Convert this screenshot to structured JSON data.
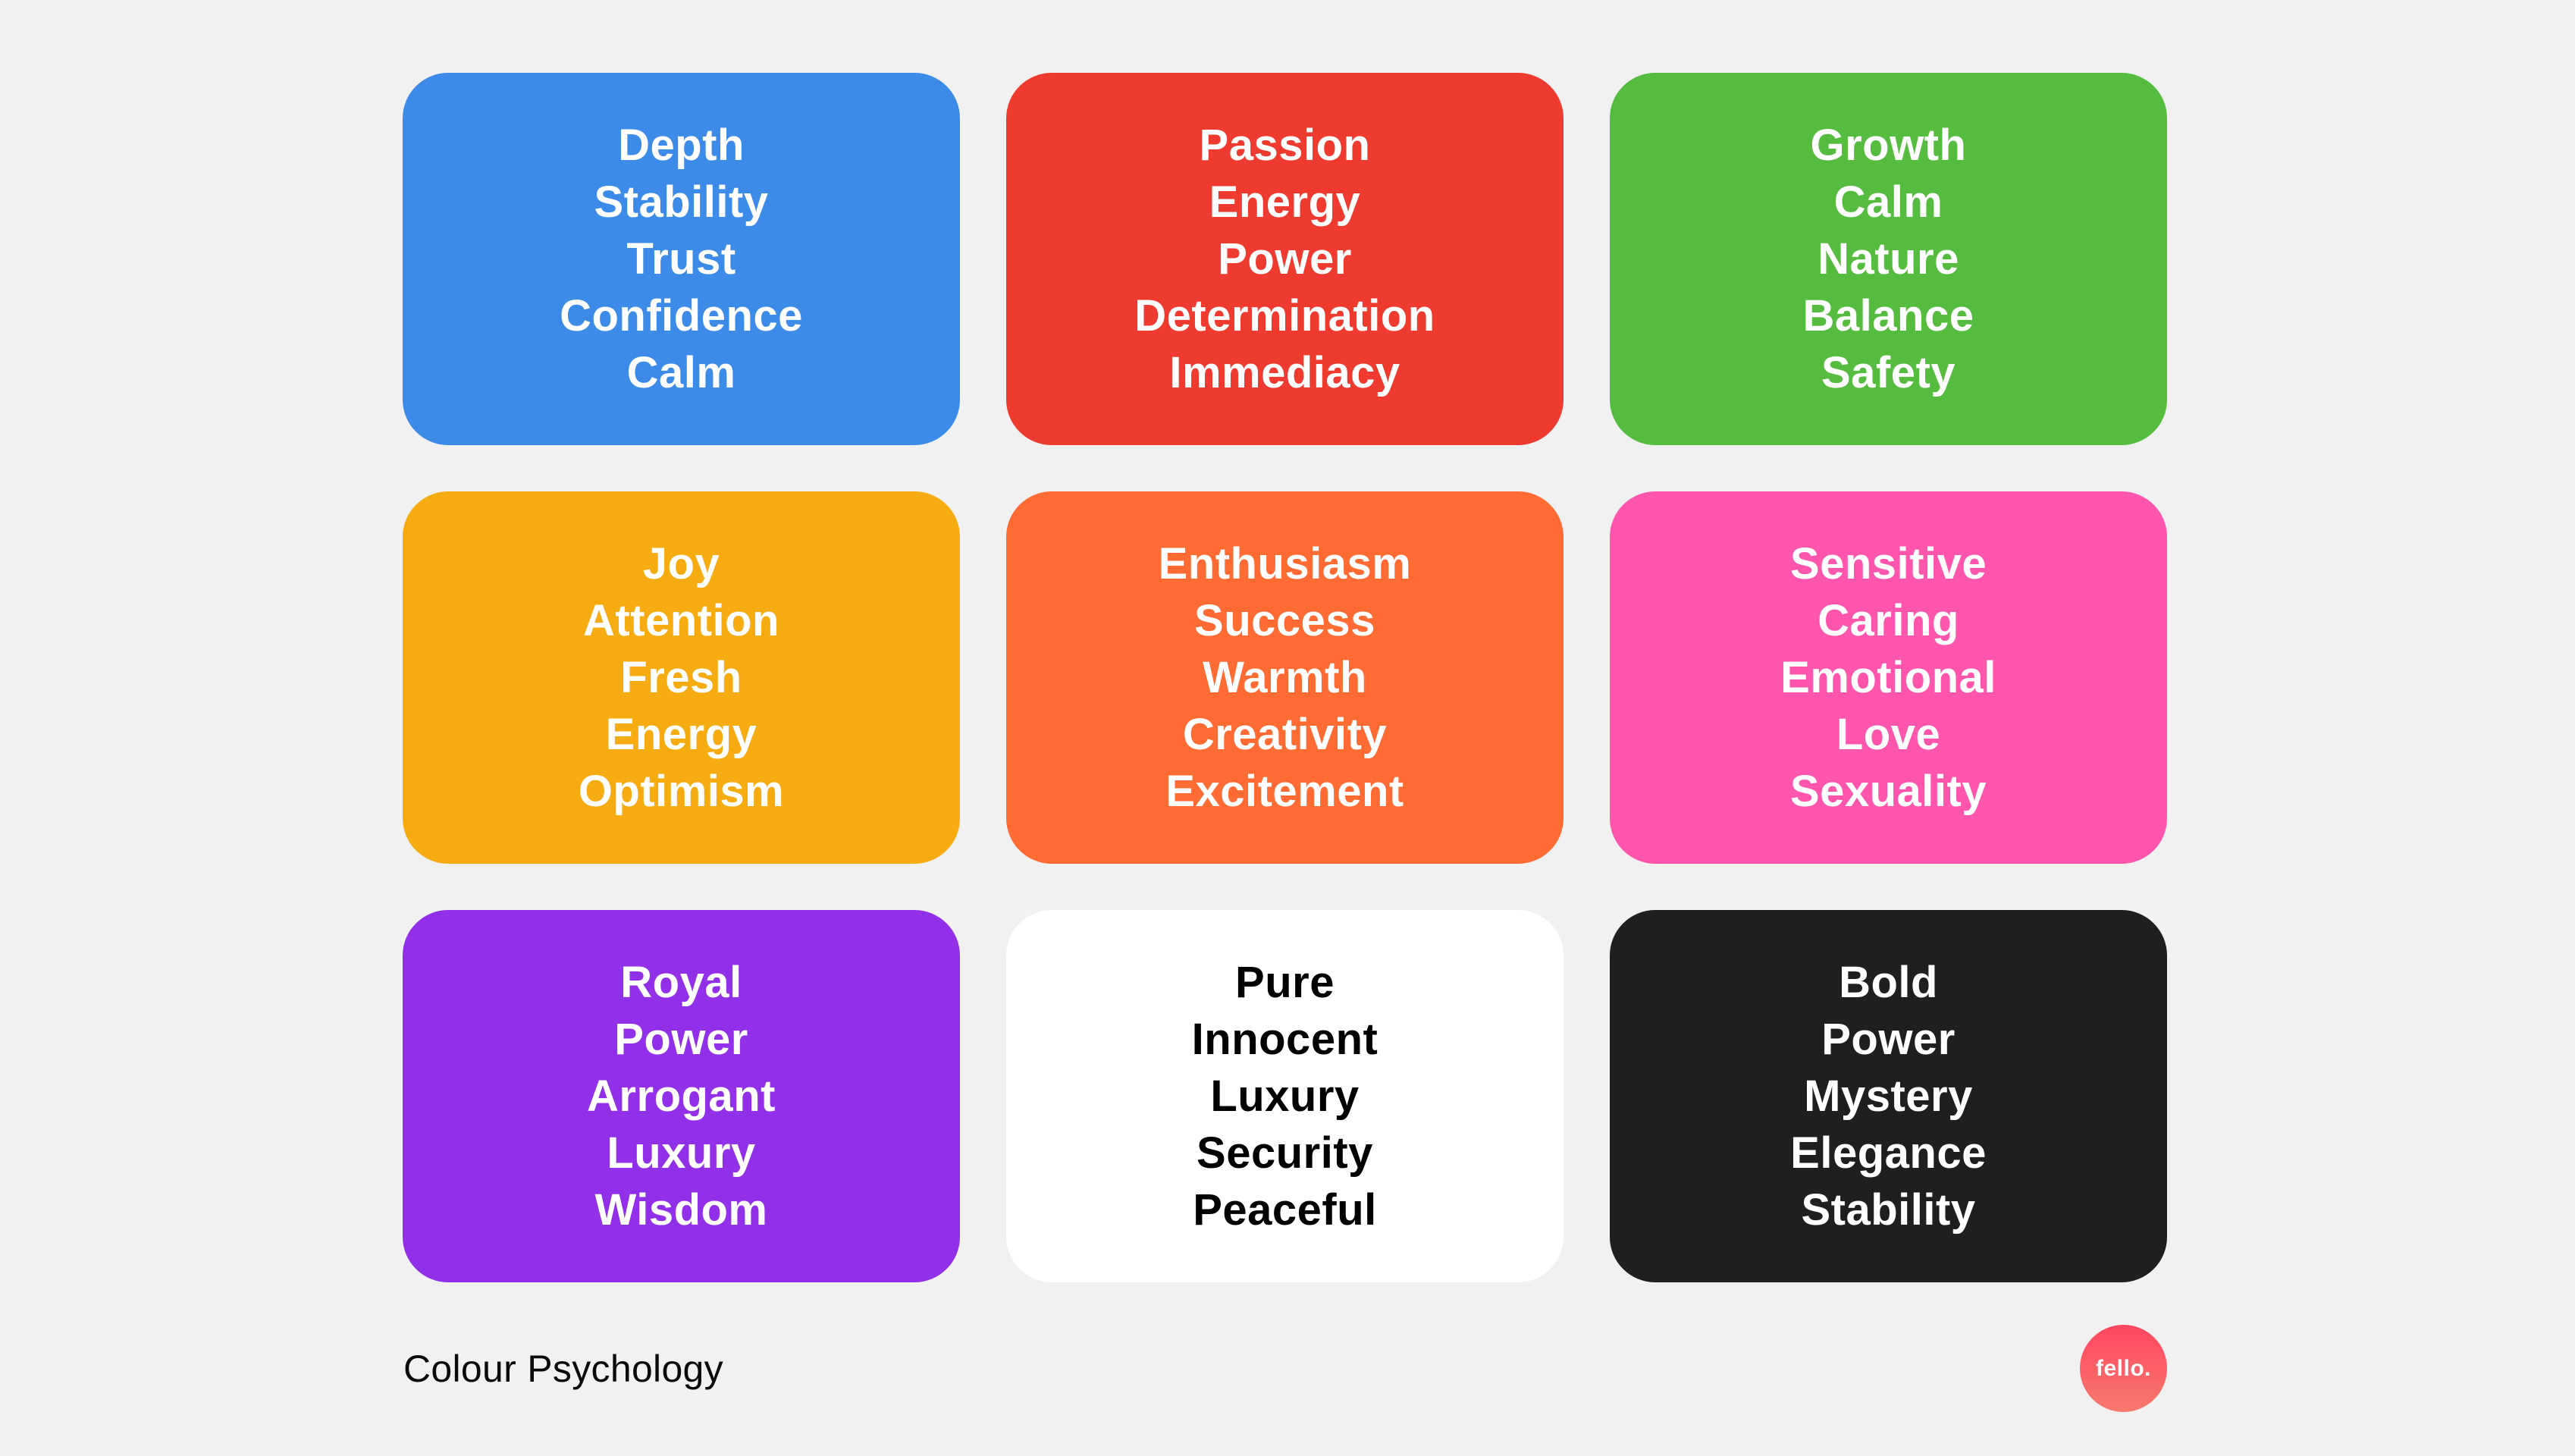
{
  "page": {
    "background": "#f1f1f1",
    "footer_title": "Colour Psychology",
    "logo": {
      "label": "fello.",
      "gradient_top": "#ff4560",
      "gradient_bottom": "#f77a6d",
      "text_color": "#ffffff"
    }
  },
  "cards": [
    {
      "color_name": "blue",
      "background": "#3d8be8",
      "text_color": "#ffffff",
      "words": [
        "Depth",
        "Stability",
        "Trust",
        "Confidence",
        "Calm"
      ]
    },
    {
      "color_name": "red",
      "background": "#ef3a30",
      "text_color": "#ffffff",
      "words": [
        "Passion",
        "Energy",
        "Power",
        "Determination",
        "Immediacy"
      ]
    },
    {
      "color_name": "green",
      "background": "#56bc3f",
      "text_color": "#ffffff",
      "words": [
        "Growth",
        "Calm",
        "Nature",
        "Balance",
        "Safety"
      ]
    },
    {
      "color_name": "yellow",
      "background": "#f6ab10",
      "text_color": "#ffffff",
      "words": [
        "Joy",
        "Attention",
        "Fresh",
        "Energy",
        "Optimism"
      ]
    },
    {
      "color_name": "orange",
      "background": "#ff6b32",
      "text_color": "#ffffff",
      "words": [
        "Enthusiasm",
        "Success",
        "Warmth",
        "Creativity",
        "Excitement"
      ]
    },
    {
      "color_name": "pink",
      "background": "#ff55ad",
      "text_color": "#ffffff",
      "words": [
        "Sensitive",
        "Caring",
        "Emotional",
        "Love",
        "Sexuality"
      ]
    },
    {
      "color_name": "purple",
      "background": "#9130e8",
      "text_color": "#ffffff",
      "words": [
        "Royal",
        "Power",
        "Arrogant",
        "Luxury",
        "Wisdom"
      ]
    },
    {
      "color_name": "white",
      "background": "#ffffff",
      "text_color": "#000000",
      "words": [
        "Pure",
        "Innocent",
        "Luxury",
        "Security",
        "Peaceful"
      ]
    },
    {
      "color_name": "black",
      "background": "#1f1f1f",
      "text_color": "#ffffff",
      "words": [
        "Bold",
        "Power",
        "Mystery",
        "Elegance",
        "Stability"
      ]
    }
  ]
}
